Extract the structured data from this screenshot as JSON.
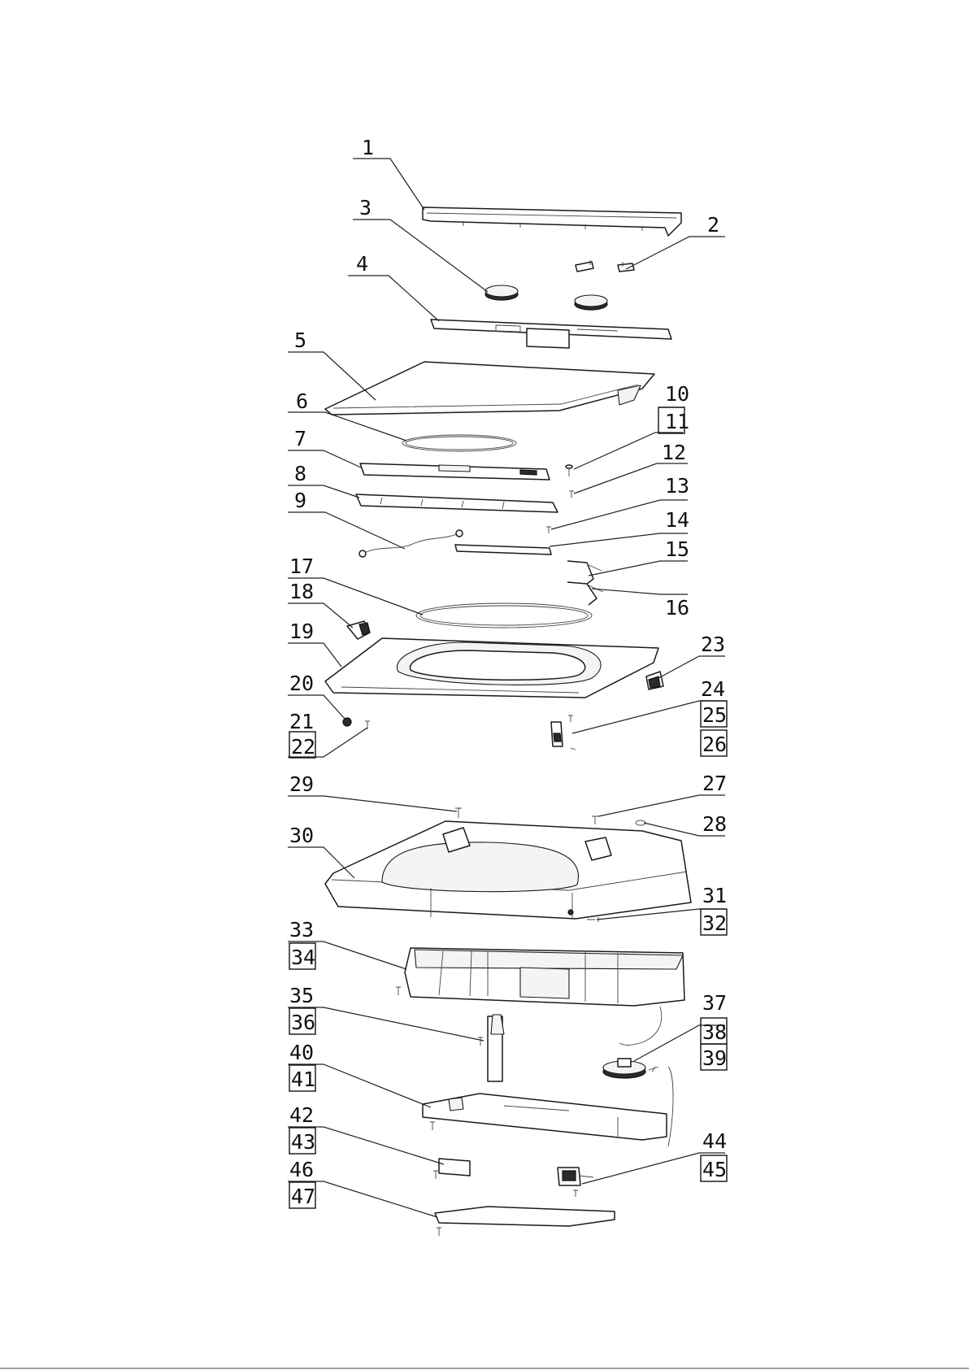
{
  "callouts": [
    "1",
    "2",
    "3",
    "4",
    "5",
    "6",
    "7",
    "8",
    "9",
    "10",
    "11",
    "12",
    "13",
    "14",
    "15",
    "16",
    "17",
    "18",
    "19",
    "20",
    "21",
    "22",
    "23",
    "24",
    "25",
    "26",
    "27",
    "28",
    "29",
    "30",
    "31",
    "32",
    "33",
    "34",
    "35",
    "36",
    "37",
    "38",
    "39",
    "40",
    "41",
    "42",
    "43",
    "44",
    "45",
    "46",
    "47"
  ],
  "boxed_callouts": [
    "11",
    "22",
    "25",
    "26",
    "32",
    "34",
    "36",
    "38",
    "39",
    "41",
    "43",
    "45",
    "47"
  ]
}
